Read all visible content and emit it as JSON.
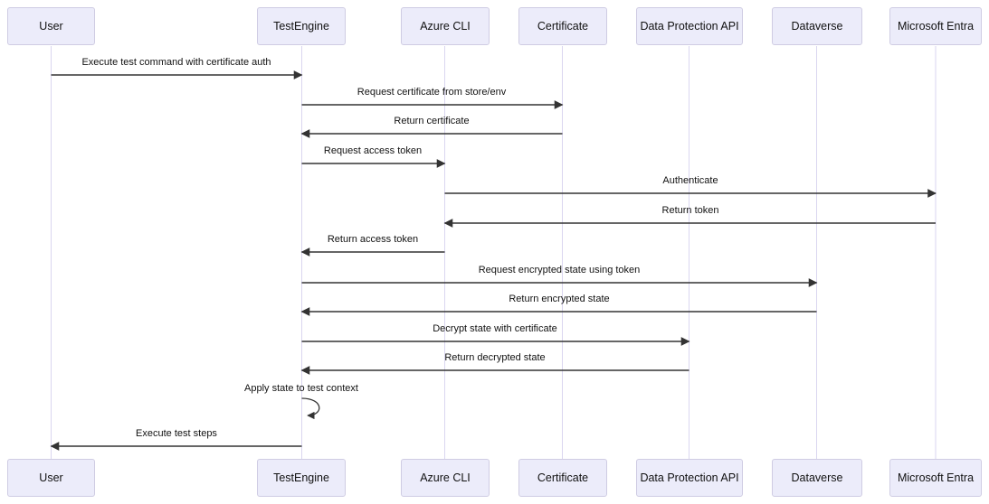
{
  "diagram": {
    "kind": "sequence-diagram",
    "actors": [
      {
        "name": "User"
      },
      {
        "name": "TestEngine"
      },
      {
        "name": "Azure CLI"
      },
      {
        "name": "Certificate"
      },
      {
        "name": "Data Protection API"
      },
      {
        "name": "Dataverse"
      },
      {
        "name": "Microsoft Entra"
      }
    ],
    "messages": [
      {
        "from": "User",
        "to": "TestEngine",
        "label": "Execute test command with certificate auth",
        "arrow": "solid"
      },
      {
        "from": "TestEngine",
        "to": "Certificate",
        "label": "Request certificate from store/env",
        "arrow": "solid"
      },
      {
        "from": "Certificate",
        "to": "TestEngine",
        "label": "Return certificate",
        "arrow": "solid"
      },
      {
        "from": "TestEngine",
        "to": "Azure CLI",
        "label": "Request access token",
        "arrow": "solid"
      },
      {
        "from": "Azure CLI",
        "to": "Microsoft Entra",
        "label": "Authenticate",
        "arrow": "solid"
      },
      {
        "from": "Microsoft Entra",
        "to": "Azure CLI",
        "label": "Return token",
        "arrow": "solid"
      },
      {
        "from": "Azure CLI",
        "to": "TestEngine",
        "label": "Return access token",
        "arrow": "solid"
      },
      {
        "from": "TestEngine",
        "to": "Dataverse",
        "label": "Request encrypted state using token",
        "arrow": "solid"
      },
      {
        "from": "Dataverse",
        "to": "TestEngine",
        "label": "Return encrypted state",
        "arrow": "solid"
      },
      {
        "from": "TestEngine",
        "to": "Data Protection API",
        "label": "Decrypt state with certificate",
        "arrow": "solid"
      },
      {
        "from": "Data Protection API",
        "to": "TestEngine",
        "label": "Return decrypted state",
        "arrow": "solid"
      },
      {
        "from": "TestEngine",
        "to": "TestEngine",
        "label": "Apply state to test context",
        "arrow": "self-loop"
      },
      {
        "from": "TestEngine",
        "to": "User",
        "label": "Execute test steps",
        "arrow": "solid"
      }
    ],
    "colors": {
      "actor_fill": "#ECECFA",
      "actor_border": "#CFCCE3",
      "lifeline": "#DAD6F0",
      "arrow": "#333333",
      "text": "#111111",
      "background": "#FFFFFF"
    }
  }
}
